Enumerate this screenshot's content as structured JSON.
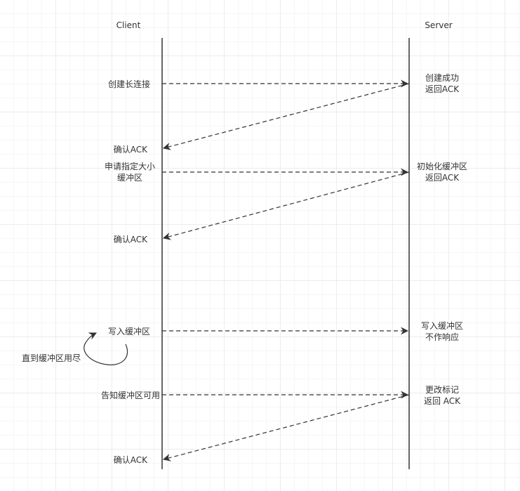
{
  "participants": {
    "client": "Client",
    "server": "Server"
  },
  "messages": {
    "m1_request": "创建长连接",
    "m1_reply": "创建成功\n返回ACK",
    "m1_ack": "确认ACK",
    "m2_request": "申请指定大小\n缓冲区",
    "m2_reply": "初始化缓冲区\n返回ACK",
    "m2_ack": "确认ACK",
    "m3_request": "写入缓冲区",
    "m3_reply": "写入缓冲区\n不作响应",
    "m3_loop": "直到缓冲区用尽",
    "m4_request": "告知缓冲区可用",
    "m4_reply": "更改标记\n返回 ACK",
    "m4_ack": "确认ACK"
  },
  "colors": {
    "line": "#333333",
    "grid_major": "#ececec",
    "grid_minor": "#f6f6f6"
  }
}
